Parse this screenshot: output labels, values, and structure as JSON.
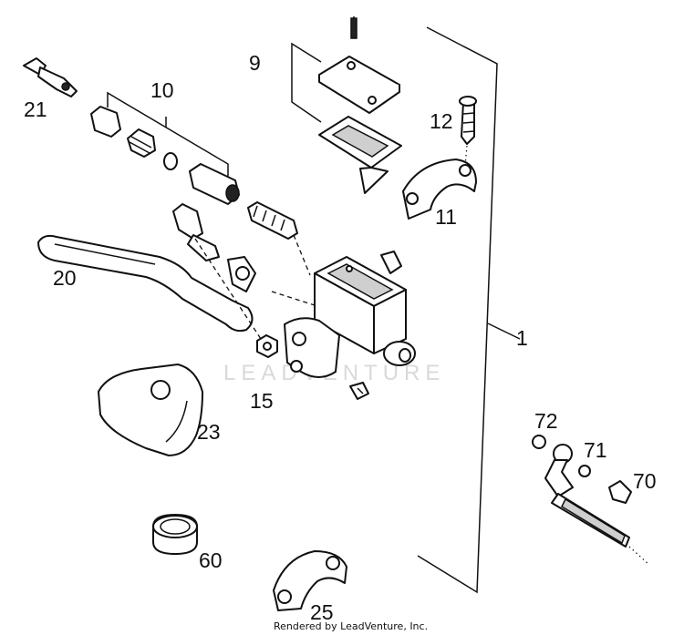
{
  "diagram": {
    "callouts": {
      "c1": "1",
      "c9": "9",
      "c10": "10",
      "c11": "11",
      "c12": "12",
      "c15": "15",
      "c20": "20",
      "c21": "21",
      "c23": "23",
      "c25": "25",
      "c60": "60",
      "c70": "70",
      "c71": "71",
      "c72": "72"
    },
    "watermark": "LEADVENTURE",
    "footer": "Rendered by LeadVenture, Inc."
  }
}
